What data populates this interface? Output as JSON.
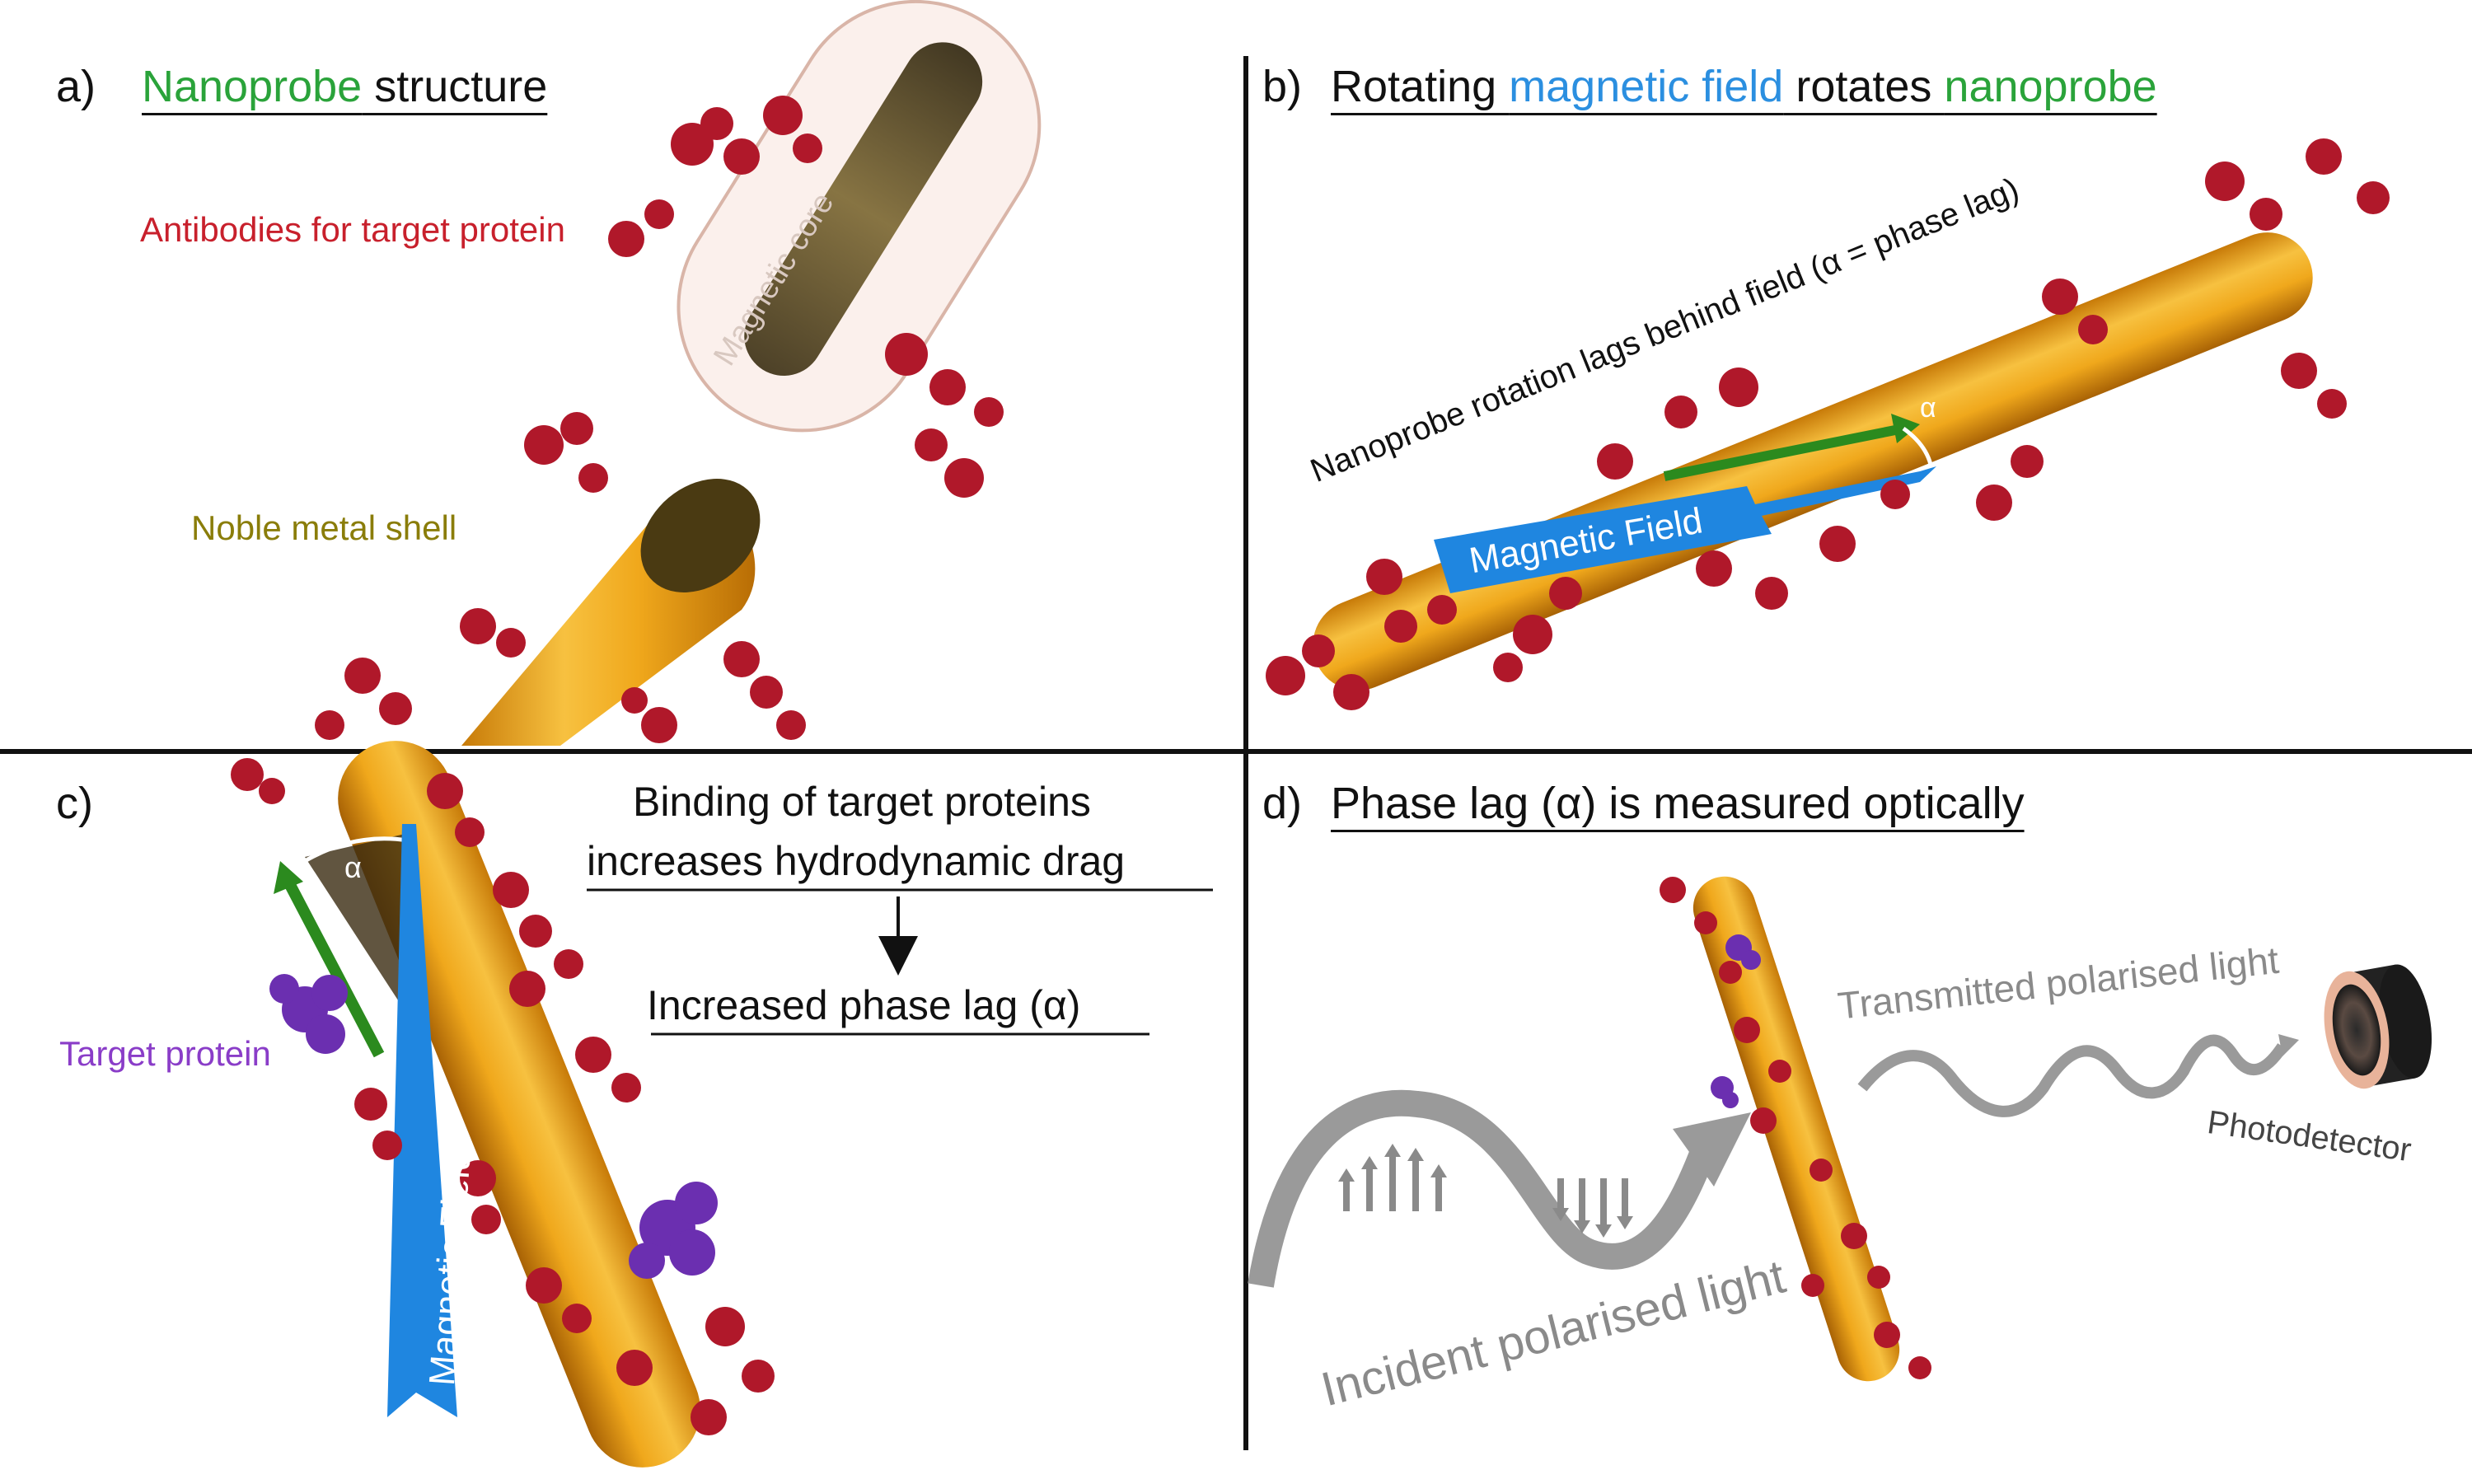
{
  "panel_a": {
    "letter": "a)",
    "title_highlight": "Nanoprobe",
    "title_rest": " structure",
    "label_antibodies": "Antibodies for target protein",
    "label_core": "Magnetic core",
    "label_shell": "Noble metal shell"
  },
  "panel_b": {
    "letter": "b)",
    "title_1": "Rotating ",
    "title_2": "magnetic field",
    "title_3": " rotates ",
    "title_4": "nanoprobe",
    "label_lag": "Nanoprobe rotation lags behind field (α = phase lag)",
    "label_field": "Magnetic  Field",
    "label_alpha": "α"
  },
  "panel_c": {
    "letter": "c)",
    "label_binding_1": "Binding of target proteins",
    "label_binding_2": "increases hydrodynamic drag",
    "label_increased": "Increased phase lag (α)",
    "label_target": "Target protein",
    "label_field": "Magnetic  Field",
    "label_alpha": "α"
  },
  "panel_d": {
    "letter": "d)",
    "title": "Phase lag (α) is measured optically",
    "label_transmitted": "Transmitted polarised light",
    "label_incident": "Incident polarised light",
    "label_detector": "Photodetector"
  },
  "colors": {
    "gold": "#f0a81c",
    "antibody_red": "#b0182a",
    "field_blue": "#1f86e0",
    "arrow_green": "#2b8a1e",
    "protein_purple": "#6b2fb0",
    "wave_gray": "#9a9a9a"
  }
}
